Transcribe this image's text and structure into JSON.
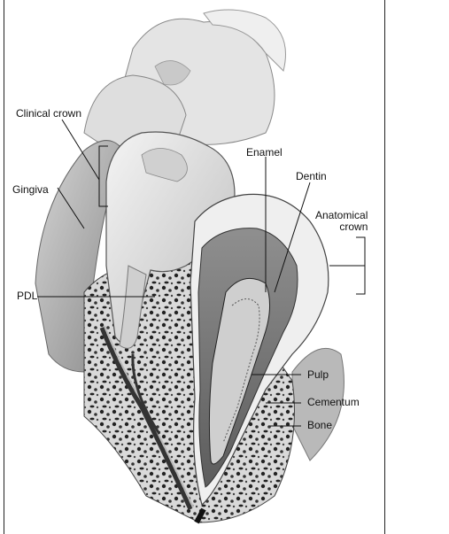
{
  "labels": {
    "clinical_crown": "Clinical crown",
    "gingiva": "Gingiva",
    "pdl": "PDL",
    "enamel": "Enamel",
    "dentin": "Dentin",
    "anatomical_crown": "Anatomical\ncrown",
    "pulp": "Pulp",
    "cementum": "Cementum",
    "bone": "Bone"
  }
}
